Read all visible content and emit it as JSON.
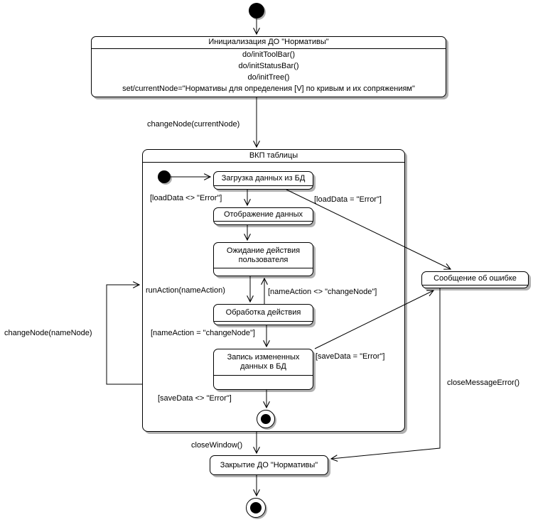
{
  "diagram_type": "uml-state-diagram",
  "states": {
    "init": {
      "title": "Инициализация ДО \"Нормативы\"",
      "actions": [
        "do/initToolBar()",
        "do/initStatusBar()",
        "do/initTree()",
        "set/currentNode=\"Нормативы для определения [V] по кривым и их сопряжениям\""
      ]
    },
    "composite": {
      "title": "ВКП таблицы"
    },
    "load": {
      "title": "Загрузка данных из БД"
    },
    "display": {
      "title": "Отображение данных"
    },
    "wait": {
      "title": "Ожидание действия пользователя"
    },
    "process": {
      "title": "Обработка действия"
    },
    "save": {
      "title": "Запись измененных данных в БД"
    },
    "error": {
      "title": "Сообщение об ошибке"
    },
    "close": {
      "title": "Закрытие ДО \"Нормативы\""
    }
  },
  "transitions": {
    "change_node_current": "changeNode(currentNode)",
    "load_ok": "[loadData <> \"Error\"]",
    "load_error": "[loadData = \"Error\"]",
    "run_action": "runAction(nameAction)",
    "action_not_change_node": "[nameAction <> \"changeNode\"]",
    "action_change_node": "[nameAction = \"changeNode\"]",
    "save_error": "[saveData = \"Error\"]",
    "save_ok": "[saveData <> \"Error\"]",
    "close_window": "closeWindow()",
    "close_message_error": "closeMessageError()",
    "change_node_name": "changeNode(nameNode)"
  },
  "colors": {
    "line": "#000000",
    "shadow": "#b0b0b0",
    "background": "#ffffff"
  }
}
